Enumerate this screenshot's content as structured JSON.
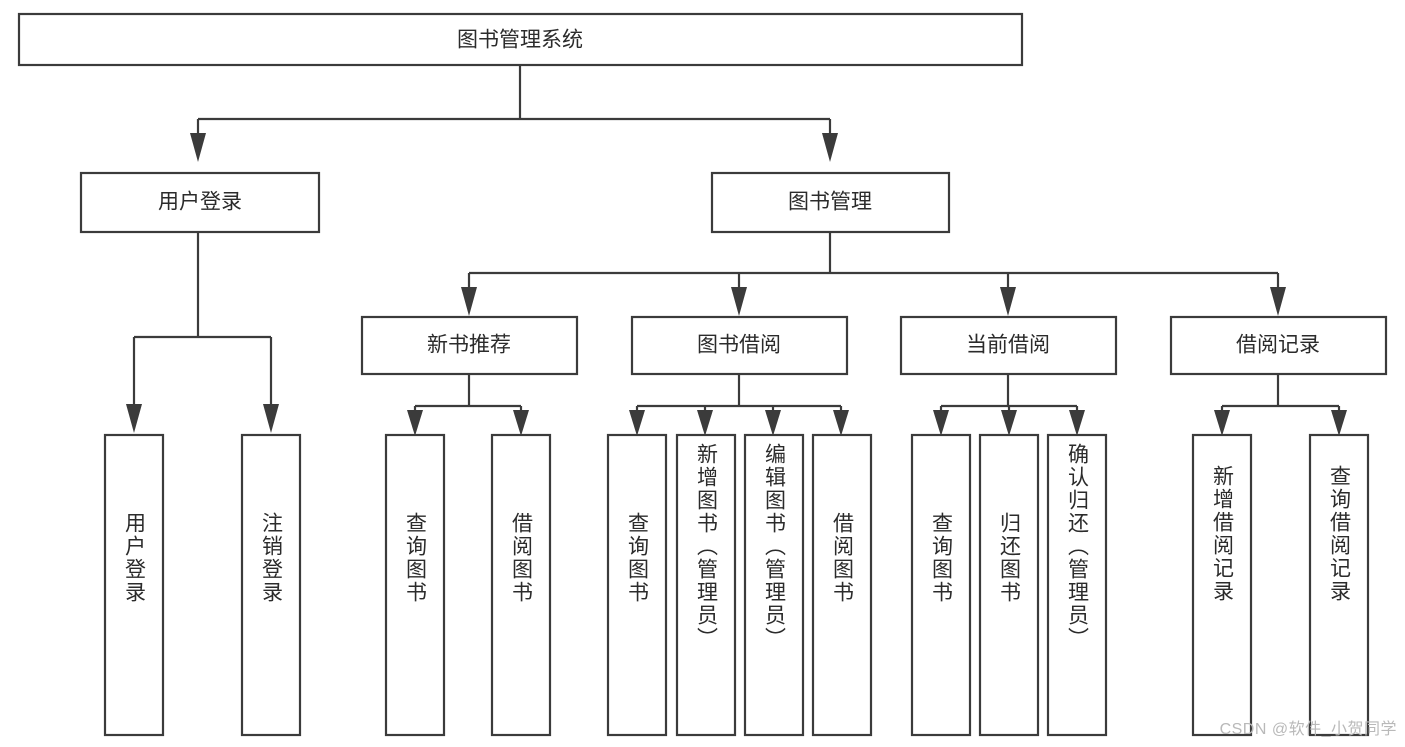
{
  "diagram": {
    "type": "tree-hierarchy",
    "title": "图书管理系统",
    "watermark": "CSDN @软件_小贺同学",
    "colors": {
      "background": "#ffffff",
      "stroke": "#3b3b3b",
      "text": "#2b2b2b",
      "watermark": "#b9b9b9"
    },
    "levels": {
      "level1": [
        {
          "id": "root",
          "label": "图书管理系统",
          "orientation": "horizontal"
        }
      ],
      "level2": [
        {
          "id": "user-login",
          "label": "用户登录",
          "orientation": "horizontal"
        },
        {
          "id": "book-manage",
          "label": "图书管理",
          "orientation": "horizontal"
        }
      ],
      "level3": [
        {
          "id": "new-book-rec",
          "label": "新书推荐",
          "orientation": "horizontal"
        },
        {
          "id": "book-borrow",
          "label": "图书借阅",
          "orientation": "horizontal"
        },
        {
          "id": "current-borrow",
          "label": "当前借阅",
          "orientation": "horizontal"
        },
        {
          "id": "borrow-record",
          "label": "借阅记录",
          "orientation": "horizontal"
        }
      ],
      "level4": [
        {
          "id": "leaf-user-login",
          "label": "用户登录",
          "parent": "user-login",
          "orientation": "vertical"
        },
        {
          "id": "leaf-logout-login",
          "label": "注销登录",
          "parent": "user-login",
          "orientation": "vertical"
        },
        {
          "id": "leaf-query-book-1",
          "label": "查询图书",
          "parent": "new-book-rec",
          "orientation": "vertical"
        },
        {
          "id": "leaf-borrow-book-1",
          "label": "借阅图书",
          "parent": "new-book-rec",
          "orientation": "vertical"
        },
        {
          "id": "leaf-query-book-2",
          "label": "查询图书",
          "parent": "book-borrow",
          "orientation": "vertical"
        },
        {
          "id": "leaf-add-book",
          "label": "新增图书（管理员）",
          "parent": "book-borrow",
          "orientation": "vertical"
        },
        {
          "id": "leaf-edit-book",
          "label": "编辑图书（管理员）",
          "parent": "book-borrow",
          "orientation": "vertical"
        },
        {
          "id": "leaf-borrow-book-2",
          "label": "借阅图书",
          "parent": "book-borrow",
          "orientation": "vertical"
        },
        {
          "id": "leaf-query-book-3",
          "label": "查询图书",
          "parent": "current-borrow",
          "orientation": "vertical"
        },
        {
          "id": "leaf-return-book",
          "label": "归还图书",
          "parent": "current-borrow",
          "orientation": "vertical"
        },
        {
          "id": "leaf-confirm-return",
          "label": "确认归还（管理员）",
          "parent": "current-borrow",
          "orientation": "vertical"
        },
        {
          "id": "leaf-add-record",
          "label": "新增借阅记录",
          "parent": "borrow-record",
          "orientation": "vertical"
        },
        {
          "id": "leaf-query-record",
          "label": "查询借阅记录",
          "parent": "borrow-record",
          "orientation": "vertical"
        }
      ]
    }
  }
}
